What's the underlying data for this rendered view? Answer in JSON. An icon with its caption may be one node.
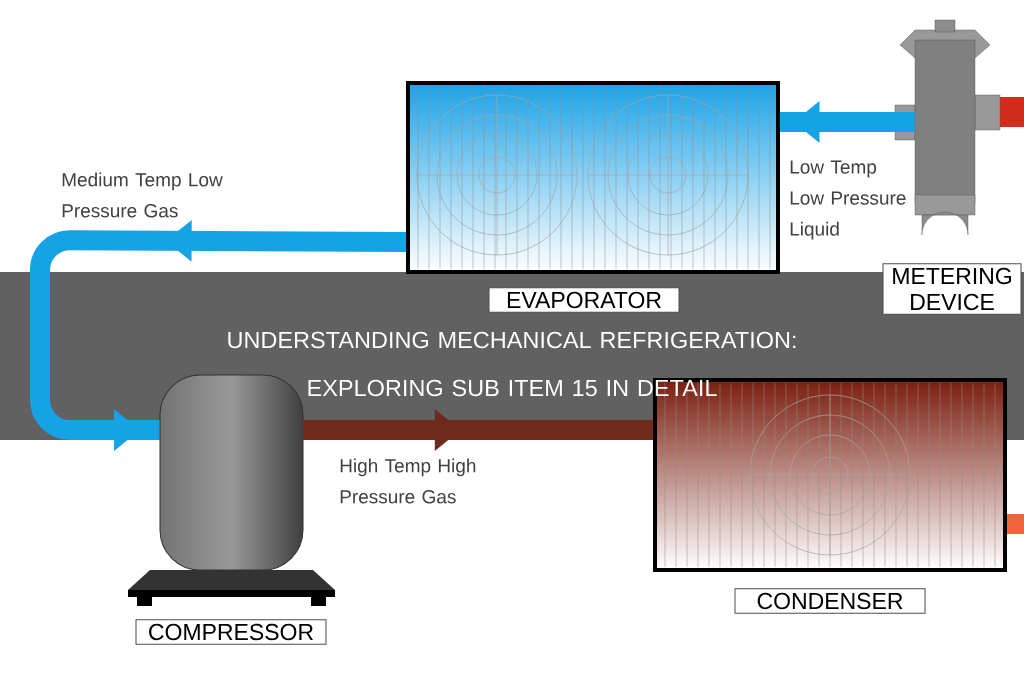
{
  "diagram": {
    "title": "UNDERSTANDING MECHANICAL REFRIGERATION: EXPLORING SUB ITEM 15 IN DETAIL",
    "nodes": [
      {
        "text": [
          "EVAPORATOR"
        ]
      },
      {
        "text": [
          "METERING DEVICE"
        ]
      },
      {
        "text": [
          "COMPRESSOR"
        ]
      },
      {
        "text": [
          "CONDENSER"
        ]
      }
    ],
    "edges": [
      {
        "from": 1,
        "to": 0,
        "arrow": "to",
        "label": "Low Temp Low Pressure Liquid"
      },
      {
        "from": 0,
        "to": 2,
        "arrow": "to",
        "label": "Medium Temp Low Pressure Gas"
      },
      {
        "from": 2,
        "to": 3,
        "arrow": "to",
        "label": "High Temp High Pressure Gas",
        "color": "#6e2a1c"
      }
    ]
  }
}
